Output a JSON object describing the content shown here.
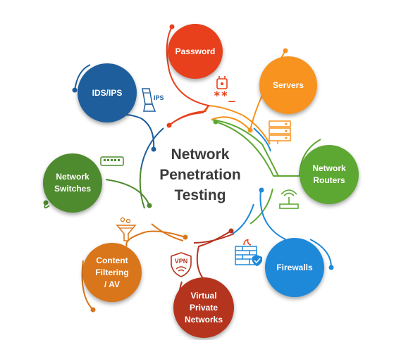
{
  "diagram": {
    "center": {
      "line1": "Network",
      "line2": "Penetration",
      "line3": "Testing"
    },
    "nodes": {
      "password": {
        "lines": [
          "Password"
        ],
        "color": "#E8401C"
      },
      "servers": {
        "lines": [
          "Servers"
        ],
        "color": "#F7931E"
      },
      "routers": {
        "lines": [
          "Network",
          "Routers"
        ],
        "color": "#5DA832"
      },
      "firewalls": {
        "lines": [
          "Firewalls"
        ],
        "color": "#1E88D9"
      },
      "vpn": {
        "lines": [
          "Virtual",
          "Private",
          "Networks"
        ],
        "color": "#B5341E"
      },
      "content": {
        "lines": [
          "Content",
          "Filtering",
          "/ AV"
        ],
        "color": "#D9751A"
      },
      "switches": {
        "lines": [
          "Network",
          "Switches"
        ],
        "color": "#4E8A2E"
      },
      "ids": {
        "lines": [
          "IDS/IPS"
        ],
        "color": "#1E5E9C"
      }
    },
    "icon_labels": {
      "ips": "IPS",
      "vpn": "VPN",
      "password_mask": "**_"
    },
    "icons": [
      "lock-icon",
      "server-rack-icon",
      "wifi-router-icon",
      "firewall-icon",
      "vpn-shield-icon",
      "funnel-icon",
      "switch-icon",
      "ids-monitor-icon"
    ]
  }
}
